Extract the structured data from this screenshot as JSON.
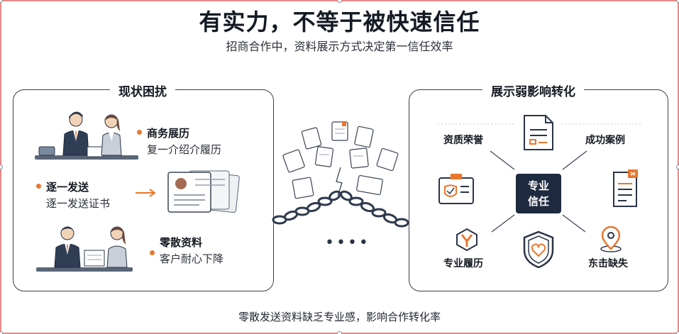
{
  "header": {
    "title": "有实力，不等于被快速信任",
    "subtitle": "招商合作中，资料展示方式决定第一信任效率"
  },
  "left_panel": {
    "title": "现状困扰",
    "items": [
      {
        "head": "商务展历",
        "sub": "复一介绍介履历"
      },
      {
        "head": "逐一发送",
        "sub": "逐一发送证书"
      },
      {
        "head": "零散资料",
        "sub": "客户耐心下降"
      }
    ]
  },
  "right_panel": {
    "title": "展示弱影响转化",
    "center": {
      "line1": "专业",
      "line2": "信任"
    },
    "nodes": {
      "top_left": "资质荣誉",
      "top_right": "成功案例",
      "bottom_left": "专业履历",
      "bottom_right": "东击缺失"
    }
  },
  "middle": {
    "dots": "••••"
  },
  "footer": {
    "text": "零散发送资料缺乏专业感，影响合作转化率"
  },
  "colors": {
    "accent": "#e8772e",
    "navy": "#1e2a40",
    "border": "#3a3f4a",
    "frame": "#e58a8a"
  }
}
